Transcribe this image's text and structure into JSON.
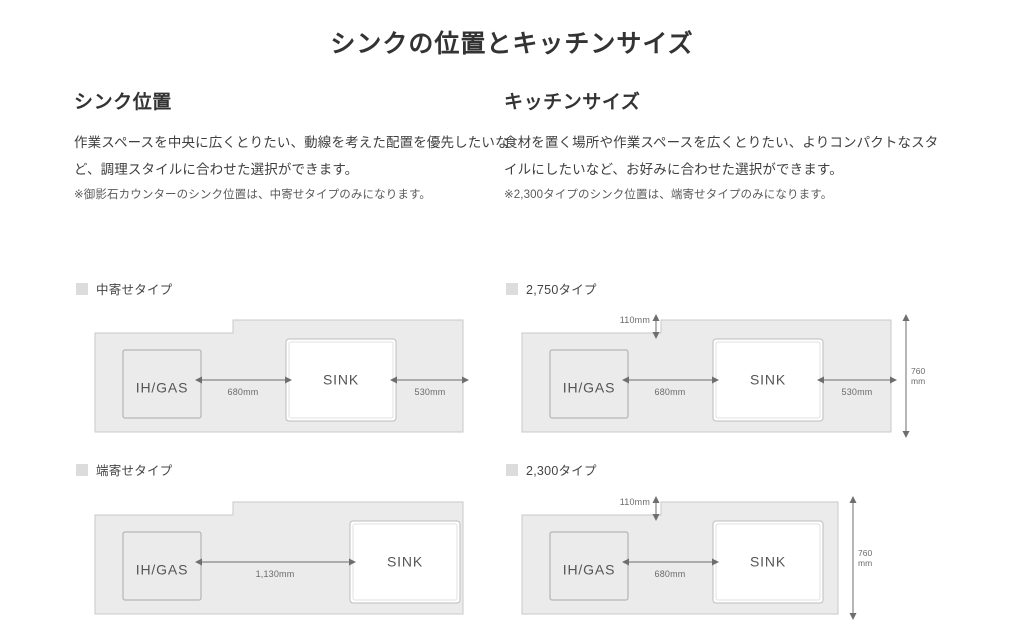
{
  "page": {
    "title": "シンクの位置とキッチンサイズ"
  },
  "columns": {
    "left": {
      "heading": "シンク位置",
      "body": "作業スペースを中央に広くとりたい、動線を考えた配置を優先したいなど、調理スタイルに合わせた選択ができます。",
      "note": "※御影石カウンターのシンク位置は、中寄せタイプのみになります。"
    },
    "right": {
      "heading": "キッチンサイズ",
      "body": "食材を置く場所や作業スペースを広くとりたい、よりコンパクトなスタイルにしたいなど、お好みに合わせた選択ができます。",
      "note": "※2,300タイプのシンク位置は、端寄せタイプのみになります。"
    }
  },
  "diagrams": {
    "top_left": {
      "label": "中寄せタイプ",
      "ihgas_label": "IH/GAS",
      "sink_label": "SINK",
      "dim_ihgas_to_sink": "680mm",
      "dim_sink_to_edge": "530mm"
    },
    "top_right": {
      "label": "2,750タイプ",
      "ihgas_label": "IH/GAS",
      "sink_label": "SINK",
      "dim_step": "110mm",
      "dim_ihgas_to_sink": "680mm",
      "dim_sink_to_edge": "530mm",
      "dim_depth_line1": "760",
      "dim_depth_line2": "mm"
    },
    "bottom_left": {
      "label": "端寄せタイプ",
      "ihgas_label": "IH/GAS",
      "sink_label": "SINK",
      "dim_ihgas_to_sink": "1,130mm"
    },
    "bottom_right": {
      "label": "2,300タイプ",
      "ihgas_label": "IH/GAS",
      "sink_label": "SINK",
      "dim_step": "110mm",
      "dim_ihgas_to_sink": "680mm",
      "dim_depth_line1": "760",
      "dim_depth_line2": "mm"
    }
  },
  "colors": {
    "counter_fill": "#ebebeb",
    "counter_stroke": "#c9c9c9",
    "sink_fill": "#ffffff",
    "text": "#3c3c3c",
    "dimension": "#6e6e6e",
    "swatch": "#dcdcdc"
  }
}
